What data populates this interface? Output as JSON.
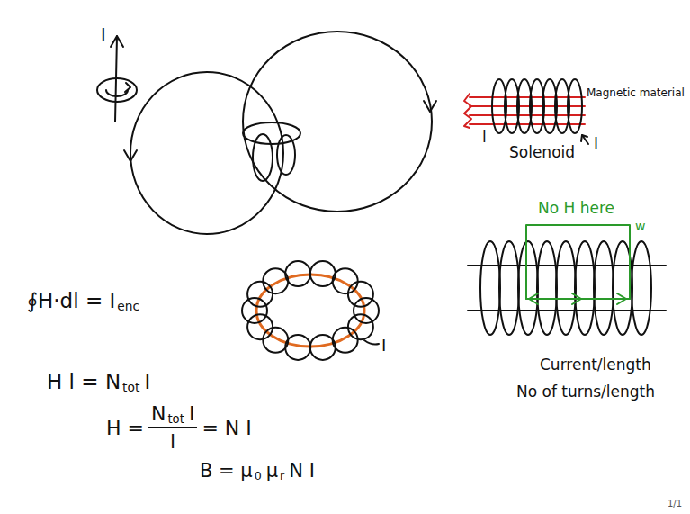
{
  "diagram": {
    "labels": [
      "I",
      "Magnetic material",
      "l",
      "I",
      "Solenoid",
      "No H here",
      "w",
      "∮H·dl = I",
      "enc",
      "I",
      "H l = N",
      "tot",
      "I",
      "H =",
      "N",
      "tot",
      "I",
      "l",
      "= N I",
      "B = μ",
      "0",
      "μ",
      "r",
      "N I",
      "Current/length",
      "No of turns/length",
      "1/1"
    ]
  }
}
